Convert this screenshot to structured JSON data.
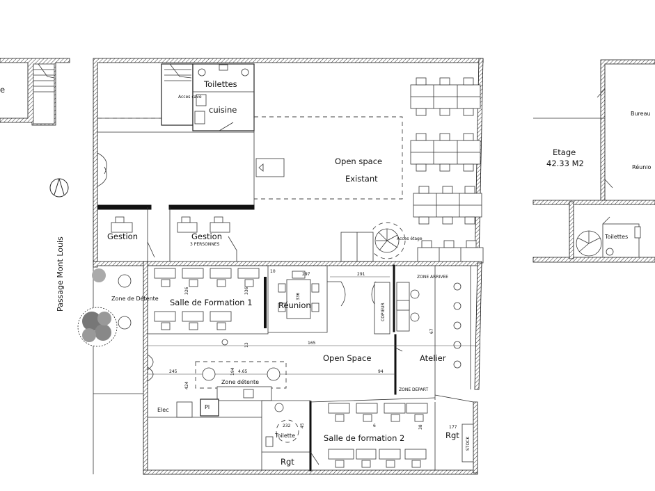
{
  "labels": {
    "toilettes_top": "Toilettes",
    "cuisine": "cuisine",
    "acces_cave": "Acces cave",
    "open_space_existant_1": "Open space",
    "open_space_existant_2": "Existant",
    "gestion_1": "Gestion",
    "gestion_2": "Gestion",
    "gestion_2_sub": "3 PERSONNES",
    "acces_etage": "Acces étage",
    "etage": "Etage",
    "etage_area": "42.33 M2",
    "bureau": "Bureau",
    "reunion_right": "Réunio",
    "toilettes_right": "Toilettes",
    "street": "Passage Mont Louis",
    "zone_detente_left": "Zone de Détente",
    "salle_formation_1": "Salle de Formation 1",
    "reunion": "Réunion",
    "copieur": "COPIEUR",
    "zone_arrivee": "ZONE ARRIVEE",
    "open_space": "Open Space",
    "atelier": "Atelier",
    "zone_depart": "ZONE DEPART",
    "zone_detente": "Zone détente",
    "elec": "Elec",
    "pl": "Pl",
    "toilette": "Toilette",
    "salle_formation_2": "Salle de formation 2",
    "rgt_1": "Rgt",
    "rgt_2": "Rgt",
    "stock": "STOCK",
    "left_partial": "e"
  },
  "dimensions": {
    "d10": "10",
    "d297": "297",
    "d291": "291",
    "d326": "326",
    "d336a": "336",
    "d336b": "336",
    "d67": "67",
    "d165": "165",
    "d13": "13",
    "d245": "245",
    "d194": "194",
    "d465": "4.65",
    "d94": "94",
    "d424": "424",
    "d232": "232",
    "d45": "45",
    "d6": "6",
    "d38": "38",
    "d177": "177"
  }
}
